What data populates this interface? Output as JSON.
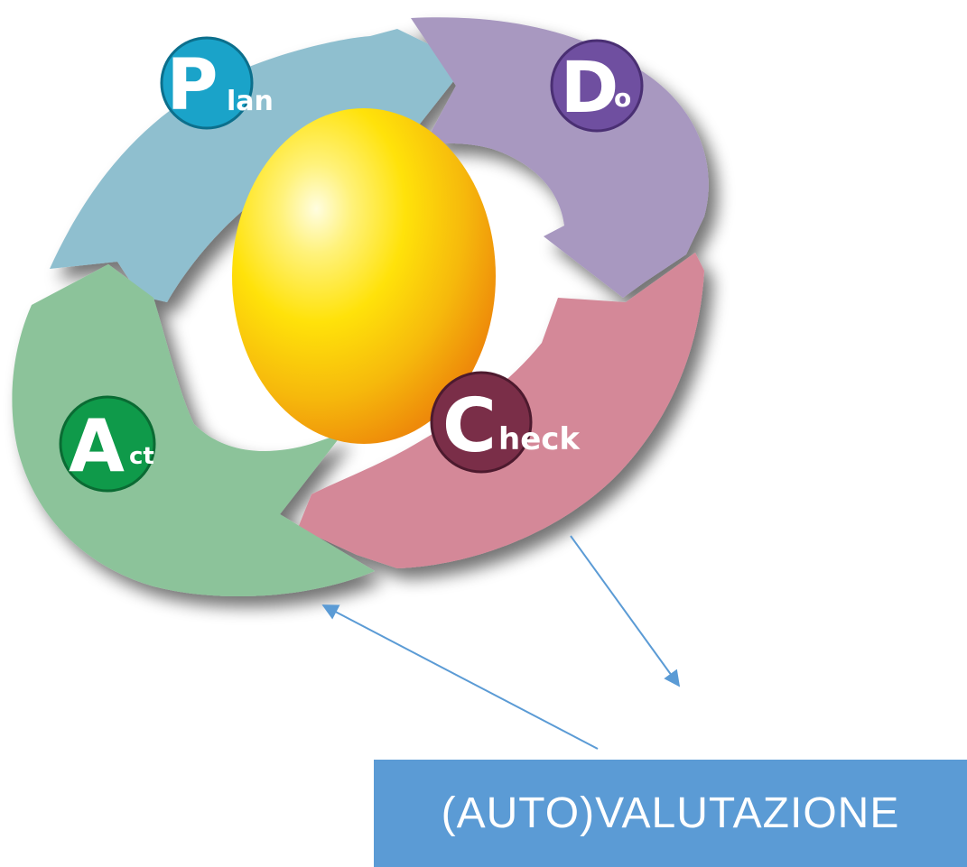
{
  "cycle": {
    "steps": [
      {
        "id": "plan",
        "initial": "P",
        "rest": "lan",
        "color": "#8fbfcf",
        "badge_color": "#1aa3c9"
      },
      {
        "id": "do",
        "initial": "D",
        "rest": "o",
        "color": "#a898c0",
        "badge_color": "#6f4fa0"
      },
      {
        "id": "check",
        "initial": "C",
        "rest": "heck",
        "color": "#d48898",
        "badge_color": "#7a2e48"
      },
      {
        "id": "act",
        "initial": "A",
        "rest": "ct",
        "color": "#8cc39a",
        "badge_color": "#0f9a4a"
      }
    ],
    "center_color": "#f7d10a"
  },
  "label": {
    "text": "(AUTO)VALUTAZIONE",
    "background": "#5b9bd5"
  },
  "arrow_color": "#5b9bd5"
}
